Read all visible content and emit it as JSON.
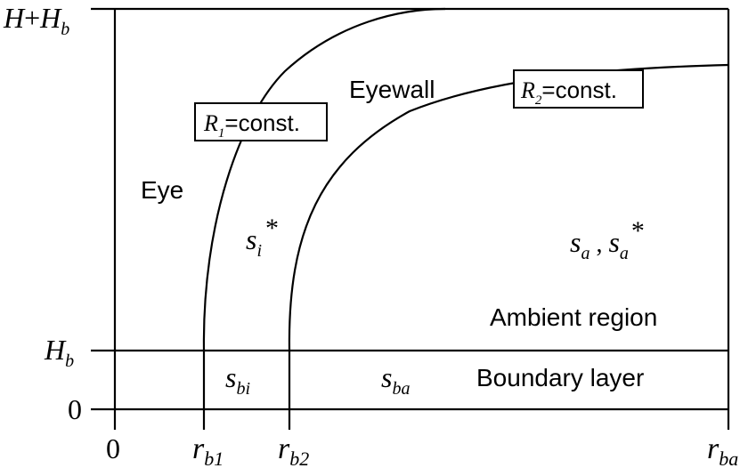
{
  "axes": {
    "y_top_label": {
      "main": "H",
      "plus": "+",
      "main2": "H",
      "sub": "b"
    },
    "y_hb_label": {
      "main": "H",
      "sub": "b"
    },
    "y_zero_label": "0",
    "x_zero_label": "0",
    "x_rb1_label": {
      "main": "r",
      "sub": "b1"
    },
    "x_rb2_label": {
      "main": "r",
      "sub": "b2"
    },
    "x_rba_label": {
      "main": "r",
      "sub": "ba"
    }
  },
  "regions": {
    "eye": "Eye",
    "eyewall": "Eyewall",
    "ambient": "Ambient region",
    "boundary": "Boundary layer"
  },
  "curve_labels": {
    "r1": {
      "main": "R",
      "sub": "1",
      "rest": "=const."
    },
    "r2": {
      "main": "R",
      "sub": "2",
      "rest": "=const."
    }
  },
  "symbols": {
    "si": {
      "main": "s",
      "sub": "i",
      "star": "*"
    },
    "sa": {
      "main": "s",
      "sub": "a",
      "sep": " , ",
      "main2": "s",
      "sub2": "a",
      "star": "*"
    },
    "sbi": {
      "main": "s",
      "sub": "bi"
    },
    "sba": {
      "main": "s",
      "sub": "ba"
    }
  }
}
